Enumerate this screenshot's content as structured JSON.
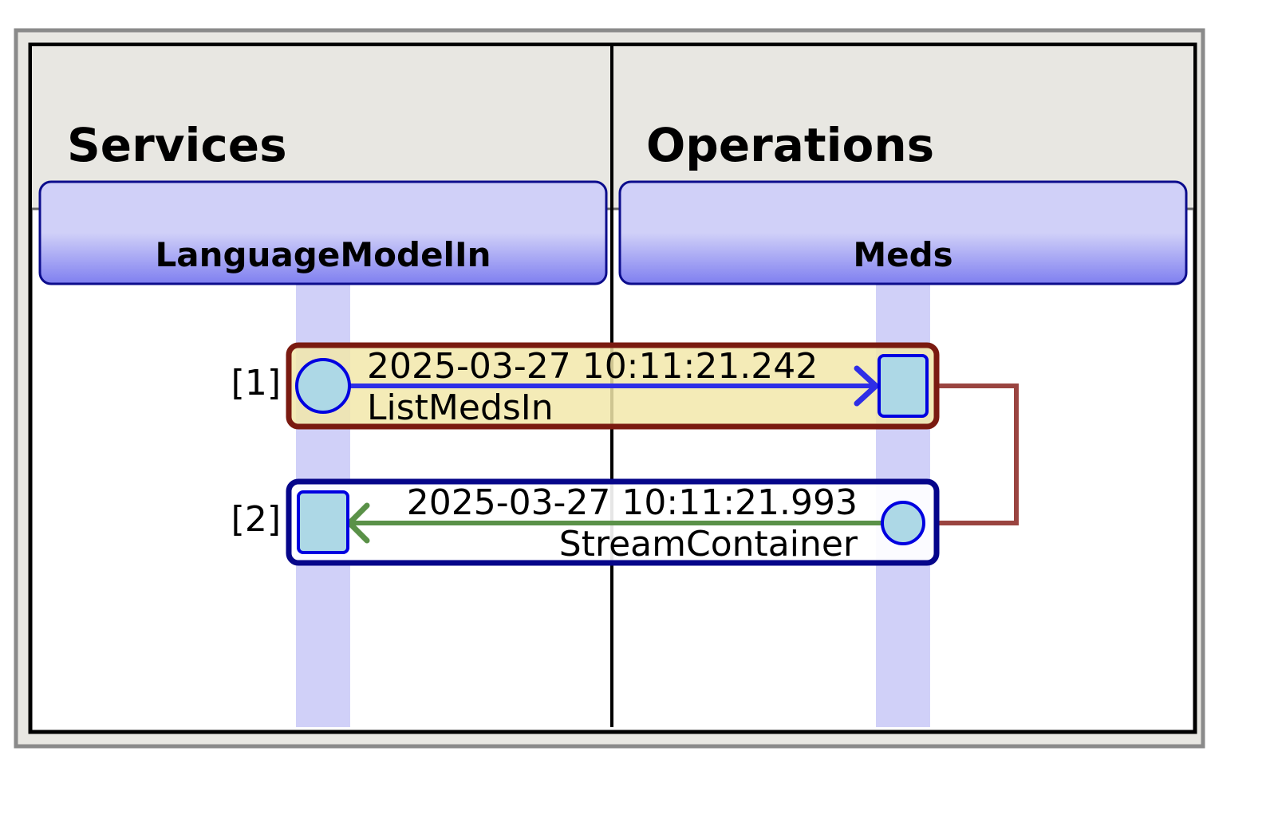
{
  "lanes": [
    {
      "title": "Services",
      "actor": "LanguageModelIn"
    },
    {
      "title": "Operations",
      "actor": "Meds"
    }
  ],
  "messages": [
    {
      "index": "[1]",
      "timestamp": "2025-03-27 10:11:21.242",
      "name": "ListMedsIn",
      "direction": "LanguageModelIn → Meds",
      "arrow_color": "#2e2ee6",
      "frame_color": "#7a1a10",
      "frame_fill": "#f2e8aa"
    },
    {
      "index": "[2]",
      "timestamp": "2025-03-27 10:11:21.993",
      "name": "StreamContainer",
      "direction": "Meds → LanguageModelIn",
      "arrow_color": "#5a9148",
      "frame_color": "#06068a",
      "frame_fill": "#ffffff"
    }
  ],
  "colors": {
    "header_bg": "#e8e7e2",
    "actor_fill_top": "#d0d0f8",
    "actor_fill_bottom": "#7f7ff0",
    "actor_border": "#0c0c8c",
    "lifeline": "#d0d0f8",
    "node_fill": "#add8e6",
    "node_border": "#0000e0",
    "link_color": "#9a4440"
  }
}
